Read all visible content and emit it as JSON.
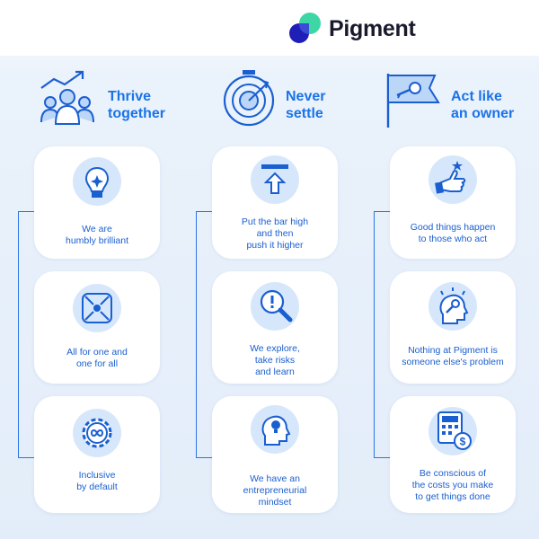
{
  "brand": {
    "name": "Pigment"
  },
  "colors": {
    "accent": "#1a73e8",
    "icon_bg": "#d7e7fb",
    "logo_green": "#3fd6a6",
    "logo_navy": "#1f1fb8"
  },
  "columns": [
    {
      "title": "Thrive\ntogether",
      "icon": "team-growth-icon",
      "cards": [
        {
          "label": "We are\nhumbly brilliant",
          "icon": "lightbulb-icon"
        },
        {
          "label": "All for one and\none for all",
          "icon": "converge-arrows-icon"
        },
        {
          "label": "Inclusive\nby default",
          "icon": "gear-infinity-icon"
        }
      ]
    },
    {
      "title": "Never\nsettle",
      "icon": "target-icon",
      "cards": [
        {
          "label": "Put the bar high\nand then\npush it higher",
          "icon": "arrow-up-bar-icon"
        },
        {
          "label": "We explore,\ntake risks\nand learn",
          "icon": "magnifier-exclamation-icon"
        },
        {
          "label": "We have an\nentrepreneurial\nmindset",
          "icon": "head-lightbulb-icon"
        }
      ]
    },
    {
      "title": "Act like\nan owner",
      "icon": "key-flag-icon",
      "cards": [
        {
          "label": "Good things happen\nto those who act",
          "icon": "thumbs-up-star-icon"
        },
        {
          "label": "Nothing at Pigment is\nsomeone else's problem",
          "icon": "head-key-icon"
        },
        {
          "label": "Be conscious of\nthe costs you make\nto get things done",
          "icon": "calculator-dollar-icon"
        }
      ]
    }
  ]
}
